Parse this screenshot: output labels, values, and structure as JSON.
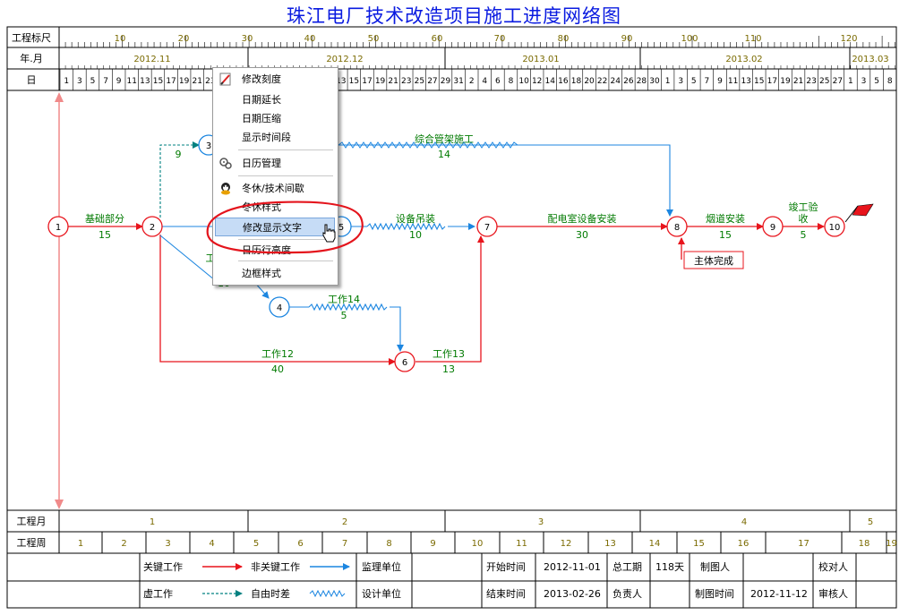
{
  "title": "珠江电厂技术改造项目施工进度网络图",
  "header": {
    "row_labels": [
      "工程标尺",
      "年.月",
      "日"
    ],
    "ruler_numbers": [
      "10",
      "20",
      "30",
      "40",
      "50",
      "60",
      "70",
      "80",
      "90",
      "100",
      "110",
      "120"
    ],
    "months": [
      "2012.11",
      "2012.12",
      "2013.01",
      "2013.02",
      "2013.03"
    ],
    "days_row": "1|3|5|7|9|11|13|15|17|19|21|23|25|27|29|1|3|5|7|9|11|13|15|17|19|21|23|25|27|29|31|2|4|6|8|10|12|14|16|18|20|22|24|26|28|30|1|3|5|7|9|11|13|15|17|19|21|23|25|27|1|3|5|8"
  },
  "network": {
    "nodes": [
      "1",
      "2",
      "3",
      "4",
      "5",
      "6",
      "7",
      "8",
      "9",
      "10"
    ],
    "activities": [
      {
        "name": "基础部分",
        "duration": "15"
      },
      {
        "name": "设备吊装",
        "duration": "10"
      },
      {
        "name": "配电室设备安装",
        "duration": "30"
      },
      {
        "name": "烟道安装",
        "duration": "15"
      },
      {
        "name": "竣工验收",
        "duration": "5"
      },
      {
        "name": "综合管架施工",
        "duration": "14"
      },
      {
        "name": "工作14",
        "duration": "5"
      },
      {
        "name": "工作12",
        "duration": "40"
      },
      {
        "name": "工作13",
        "duration": "13"
      }
    ],
    "dummy_label": "9",
    "hidden_label_fragment": "工",
    "hidden_duration_fragment": "10",
    "milestone_label": "主体完成"
  },
  "footer": {
    "row_labels": [
      "工程月",
      "工程周"
    ],
    "project_months": [
      "1",
      "2",
      "3",
      "4",
      "5"
    ],
    "project_weeks": [
      "1",
      "2",
      "3",
      "4",
      "5",
      "6",
      "7",
      "8",
      "9",
      "10",
      "11",
      "12",
      "13",
      "14",
      "15",
      "16",
      "17",
      "18",
      "19"
    ],
    "legend": {
      "critical": "关键工作",
      "noncritical": "非关键工作",
      "dummy": "虚工作",
      "float": "自由时差"
    },
    "info": {
      "supervision_unit_label": "监理单位",
      "design_unit_label": "设计单位",
      "start_label": "开始时间",
      "start_value": "2012-11-01",
      "end_label": "结束时间",
      "end_value": "2013-02-26",
      "total_label": "总工期",
      "total_value": "118天",
      "owner_label": "负责人",
      "drawer_label": "制图人",
      "draw_time_label": "制图时间",
      "draw_time_value": "2012-11-12",
      "checker_label": "校对人",
      "reviewer_label": "审核人"
    }
  },
  "context_menu": {
    "items": [
      "修改刻度",
      "日期延长",
      "日期压缩",
      "显示时间段",
      "日历管理",
      "冬休/技术间歇",
      "冬休样式",
      "修改显示文字",
      "日历行高度",
      "边框样式"
    ],
    "highlighted": "修改显示文字"
  },
  "colors": {
    "critical": "#e8141c",
    "noncritical": "#1c86e0",
    "dummy": "#008080",
    "label_green": "#007a00",
    "title_blue": "#0a1be0",
    "grid": "#000000",
    "annotation_circle": "#e4141c"
  }
}
